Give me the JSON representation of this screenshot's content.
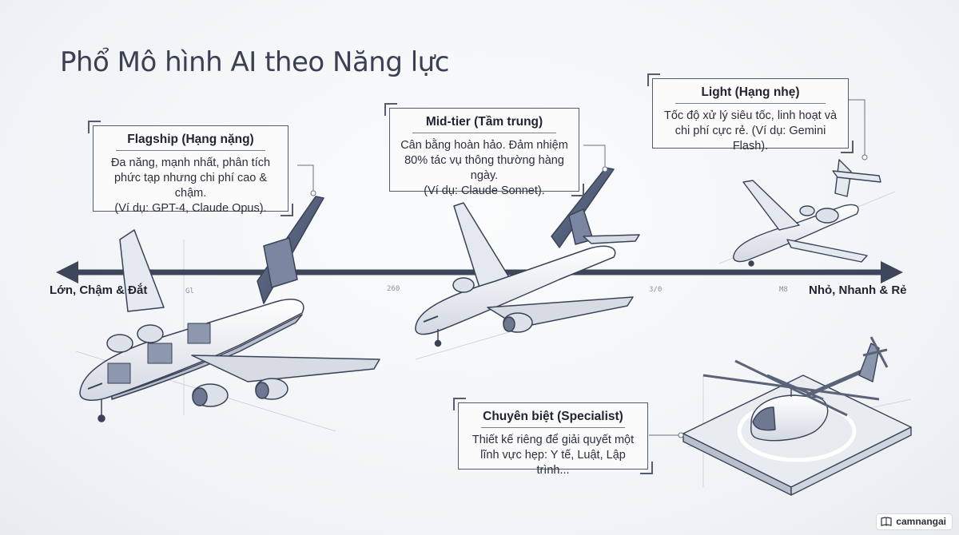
{
  "title": "Phổ Mô hình AI theo Năng lực",
  "axis": {
    "left_label": "Lớn, Chậm & Đắt",
    "right_label": "Nhỏ, Nhanh & Rẻ",
    "ticks": [
      "Gl",
      "260",
      "3/0",
      "M8"
    ]
  },
  "cards": {
    "flagship": {
      "heading": "Flagship (Hạng nặng)",
      "line1": "Đa năng, mạnh nhất, phân tích",
      "line2": "phức tạp nhưng chi phí cao & chậm.",
      "line3": "(Ví dụ: GPT-4, Claude Opus)."
    },
    "midtier": {
      "heading": "Mid-tier (Tầm trung)",
      "line1": "Cân bằng hoàn hảo. Đảm nhiệm",
      "line2": "80% tác vụ thông thường hàng ngày.",
      "line3": "(Ví dụ: Claude Sonnet)."
    },
    "light": {
      "heading": "Light (Hạng nhẹ)",
      "line1": "Tốc độ xử lý siêu tốc, linh hoạt và",
      "line2": "chi phí cực rẻ. (Ví dụ: Gemini Flash)."
    },
    "specialist": {
      "heading": "Chuyên biệt (Specialist)",
      "line1": "Thiết kế riêng để giải quyết một",
      "line2": "lĩnh vực hẹp: Y tế, Luật, Lập trình..."
    }
  },
  "watermark": "camnangai"
}
